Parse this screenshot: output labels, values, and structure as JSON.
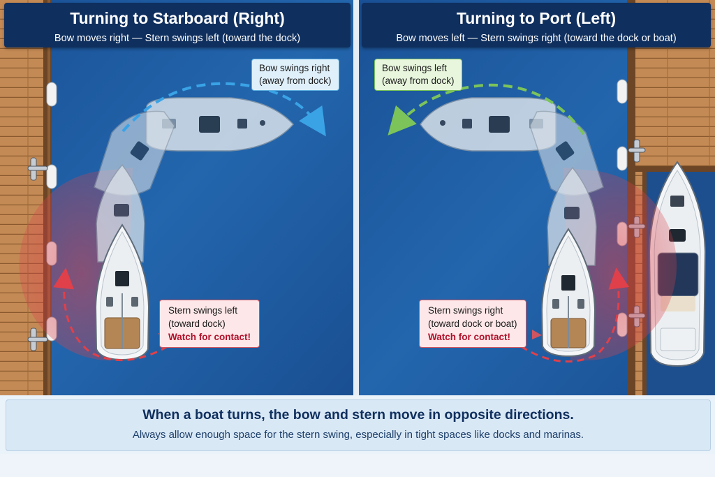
{
  "left_panel": {
    "title": "Turning to Starboard (Right)",
    "subtitle": "Bow moves right — Stern swings left (toward the dock)",
    "bow_callout": {
      "line1": "Bow swings right",
      "line2": "(away from dock)"
    },
    "stern_callout": {
      "line1": "Stern swings left",
      "line2": "(toward dock)",
      "warning": "Watch for contact!"
    }
  },
  "right_panel": {
    "title": "Turning to Port (Left)",
    "subtitle": "Bow moves left — Stern swings right (toward the dock or boat)",
    "bow_callout": {
      "line1": "Bow swings left",
      "line2": "(away from dock)"
    },
    "stern_callout": {
      "line1": "Stern swings right",
      "line2": "(toward dock or boat)",
      "warning": "Watch for contact!"
    }
  },
  "banner": {
    "main": "When a boat turns, the bow and stern move in opposite directions.",
    "sub": "Always allow enough space for the stern swing, especially in tight spaces like docks and marinas."
  },
  "colors": {
    "water": "#1f5a9e",
    "dock_wood": "#c9925e",
    "header": "#0f2f5e",
    "bow_arrow_left": "#3aa3e6",
    "bow_arrow_right": "#7cc45a",
    "stern_zone": "#d9404a",
    "warning_text": "#b0102a"
  }
}
